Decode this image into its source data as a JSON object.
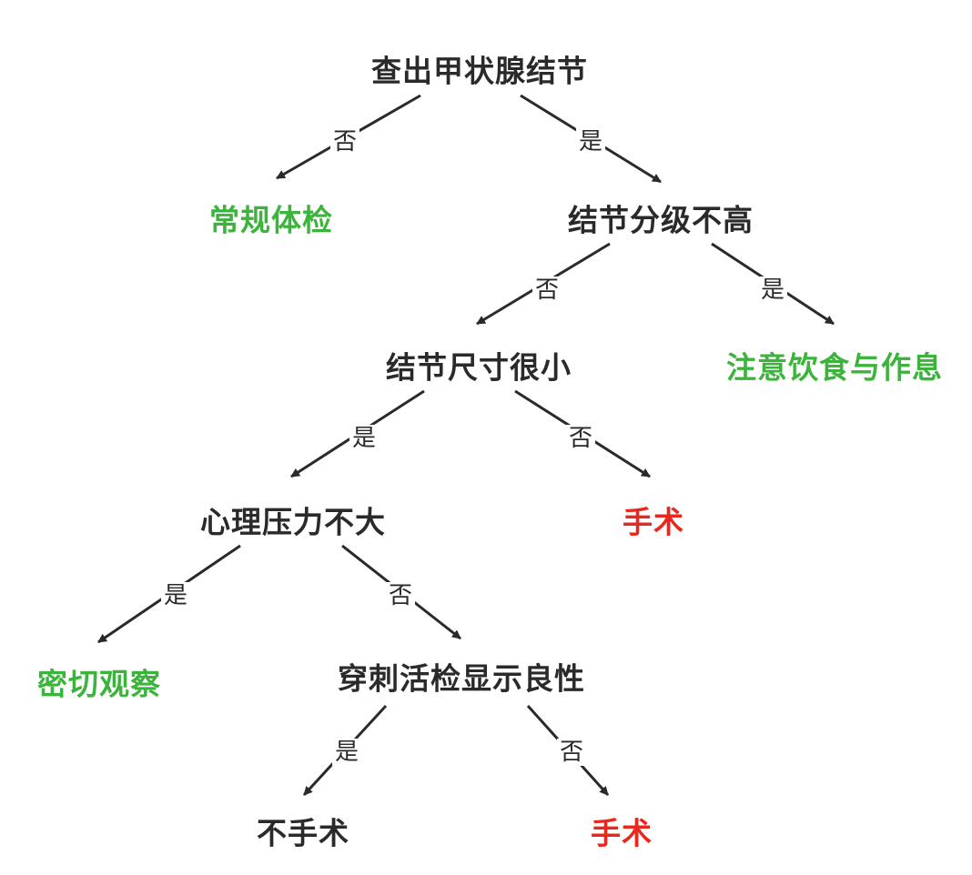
{
  "colors": {
    "text": "#2a2a2a",
    "positive": "#3cb43c",
    "negative": "#e8281e",
    "arrow": "#2a2a2a"
  },
  "nodes": {
    "root": "查出甲状腺结节",
    "routine_exam": "常规体检",
    "grade_not_high": "结节分级不高",
    "size_small": "结节尺寸很小",
    "diet_rest": "注意饮食与作息",
    "stress_low": "心理压力不大",
    "surgery_1": "手术",
    "observe": "密切观察",
    "biopsy_benign": "穿刺活检显示良性",
    "no_surgery": "不手术",
    "surgery_2": "手术"
  },
  "edges": {
    "root_no": "否",
    "root_yes": "是",
    "grade_no": "否",
    "grade_yes": "是",
    "size_yes": "是",
    "size_no": "否",
    "stress_yes": "是",
    "stress_no": "否",
    "biopsy_yes": "是",
    "biopsy_no": "否"
  }
}
